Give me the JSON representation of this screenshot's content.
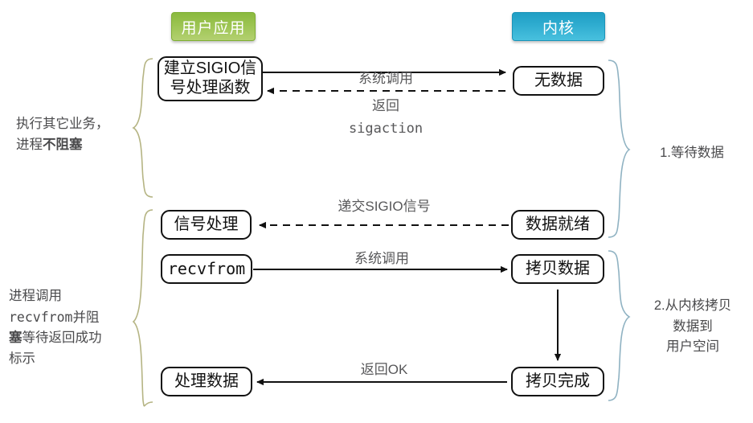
{
  "diagram": {
    "title_bars": {
      "user_app": "用户应用",
      "kernel": "内核"
    },
    "nodes": {
      "sigio_handler": "建立SIGIO信\n号处理函数",
      "no_data": "无数据",
      "signal_handle": "信号处理",
      "data_ready": "数据就绪",
      "recvfrom": "recvfrom",
      "copy_data": "拷贝数据",
      "process_data": "处理数据",
      "copy_done": "拷贝完成"
    },
    "edges": {
      "syscall_sigaction": "系统调用\nsigaction",
      "syscall_sigaction_line1": "系统调用",
      "syscall_sigaction_line2": "sigaction",
      "return": "返回",
      "deliver_sigio": "递交SIGIO信号",
      "syscall": "系统调用",
      "return_ok": "返回OK"
    },
    "annotations": {
      "left_top_line1": "执行其它业务，",
      "left_top_line2_a": "进程",
      "left_top_line2_b": "不阻塞",
      "left_bottom_line1": "进程调用",
      "left_bottom_line2_a": "recvfrom",
      "left_bottom_line2_b": "并阻",
      "left_bottom_line3_a": "塞",
      "left_bottom_line3_b": "等待返回成功",
      "left_bottom_line4": "标示",
      "right_top": "1.等待数据",
      "right_bottom_line1": "2.从内核拷贝",
      "right_bottom_line2": "数据到",
      "right_bottom_line3": "用户空间"
    },
    "colors": {
      "green_pill": "#9cc452",
      "blue_pill": "#2fadd0",
      "left_brace": "#b5b483",
      "right_brace": "#8fb2c2",
      "stroke": "#111111",
      "label_text": "#58585a"
    }
  }
}
